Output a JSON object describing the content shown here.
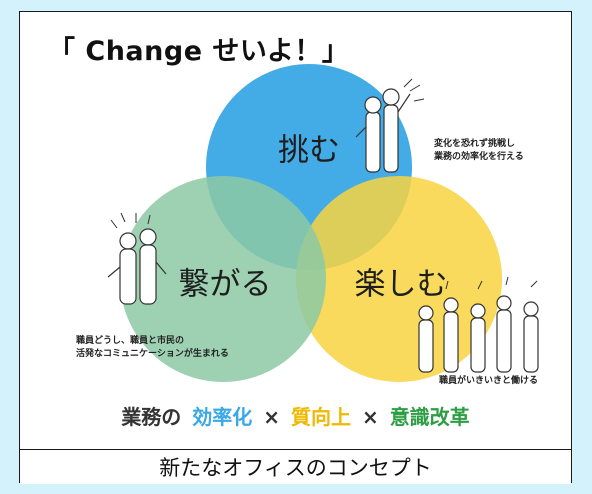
{
  "title": "「 Change せいよ！」",
  "circles": [
    {
      "key": "challenge",
      "label": "挑む",
      "color": "#39a8e6"
    },
    {
      "key": "connect",
      "label": "繋がる",
      "color": "#8cc9a5"
    },
    {
      "key": "enjoy",
      "label": "楽しむ",
      "color": "#f8d440"
    }
  ],
  "captions": {
    "challenge": [
      "変化を恐れず挑戦し",
      "業務の効率化を行える"
    ],
    "connect": [
      "職員どうし、職員と市民の",
      "活発なコミュニケーションが生まれる"
    ],
    "enjoy": [
      "職員がいきいきと働ける"
    ]
  },
  "tagline": {
    "prefix": "業務の",
    "item1": "効率化",
    "item1_color": "#39a8e6",
    "sep1": "×",
    "item2": "質向上",
    "item2_color": "#f0b800",
    "sep2": "×",
    "item3": "意識改革",
    "item3_color": "#2e9e45"
  },
  "footer": "新たなオフィスのコンセプト"
}
